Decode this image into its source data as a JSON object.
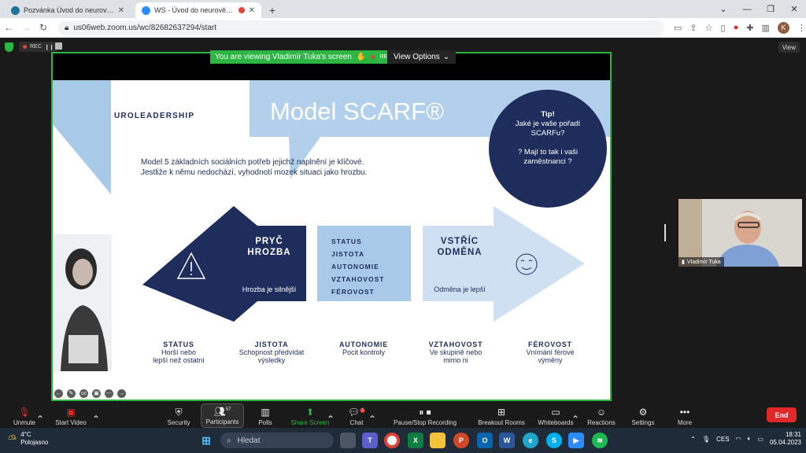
{
  "browser": {
    "tabs": [
      {
        "title": "Pozvánka Úvod do neurovědy ko",
        "icon_color": "#21759b"
      },
      {
        "title": "WS - Úvod do neurovědy ko",
        "icon_color": "#2d8cff",
        "active": true
      }
    ],
    "url": "us06web.zoom.us/wc/82682637294/start",
    "profile_initial": "K"
  },
  "zoom": {
    "rec_label": "REC",
    "viewing_text": "You are viewing Vladimír Tuka's screen",
    "banner_rec": "REC",
    "view_options": "View Options",
    "view_button": "View",
    "video_name": "Vladimír Tuka",
    "toolbar": {
      "unmute": "Unmute",
      "start_video": "Start Video",
      "security": "Security",
      "participants": "Participants",
      "participants_count": "57",
      "polls": "Polls",
      "share_screen": "Share Screen",
      "chat": "Chat",
      "chat_badge": "1",
      "recording": "Pause/Stop Recording",
      "breakout": "Breakout Rooms",
      "whiteboards": "Whiteboards",
      "reactions": "Reactions",
      "settings": "Settings",
      "more": "More",
      "end": "End"
    }
  },
  "slide": {
    "brand": "UROLEADERSHIP",
    "title": "Model SCARF®",
    "intro_line1": "Model 5 základních sociálních potřeb jejichž naplnění je klíčové.",
    "intro_line2": "Jestliže k němu nedochází, vyhodnotí mozek situaci jako hrozbu.",
    "tip": {
      "head": "Tip!",
      "line1": "Jaké je vaše pořadí",
      "line2": "SCARFu?",
      "line3": "? Mají to tak i vaši",
      "line4": "zaměstnanci ?"
    },
    "threat": {
      "title1": "PRYČ",
      "title2": "HROZBA",
      "text": "Hrozba je silnější"
    },
    "center_list": [
      "STATUS",
      "JISTOTA",
      "AUTONOMIE",
      "VZTAHOVOST",
      "FÉROVOST"
    ],
    "reward": {
      "title1": "VSTŘÍC",
      "title2": "ODMĚNA",
      "text": "Odměna je lepší"
    },
    "bottom": [
      {
        "head": "STATUS",
        "l1": "Horší nebo",
        "l2": "lepší než ostatní"
      },
      {
        "head": "JISTOTA",
        "l1": "Schopnost předvídat",
        "l2": "výsledky"
      },
      {
        "head": "AUTONOMIE",
        "l1": "Pocit kontroly",
        "l2": ""
      },
      {
        "head": "VZTAHOVOST",
        "l1": "Ve skupině nebo",
        "l2": "mimo ni"
      },
      {
        "head": "FÉROVOST",
        "l1": "Vnímání férové",
        "l2": "výměny"
      }
    ]
  },
  "taskbar": {
    "temp": "4°C",
    "weather": "Polojasno",
    "search": "Hledat",
    "lang": "CES",
    "time": "18:31",
    "date": "05.04.2023"
  }
}
